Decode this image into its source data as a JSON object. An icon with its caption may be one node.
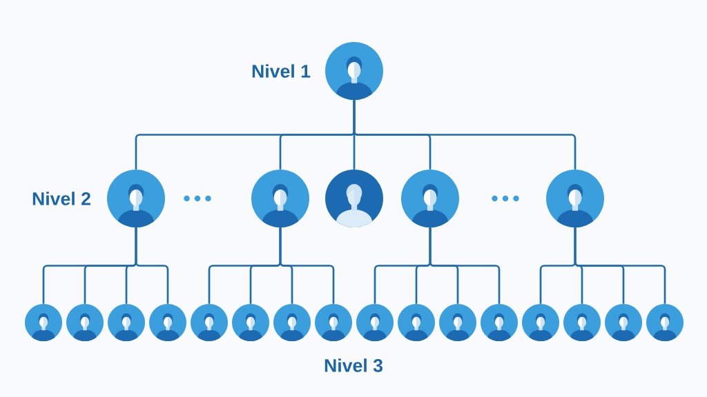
{
  "diagram": {
    "nodes": [
      {
        "text": [],
        "shape": "person"
      },
      {
        "text": [],
        "shape": "person"
      },
      {
        "text": [],
        "shape": "person"
      },
      {
        "text": [],
        "shape": "person"
      },
      {
        "text": [],
        "shape": "person"
      },
      {
        "text": [],
        "shape": "person"
      },
      {
        "text": [],
        "shape": "person"
      },
      {
        "text": [],
        "shape": "person"
      },
      {
        "text": [],
        "shape": "person"
      },
      {
        "text": [],
        "shape": "person"
      },
      {
        "text": [],
        "shape": "person"
      },
      {
        "text": [],
        "shape": "person"
      },
      {
        "text": [],
        "shape": "person"
      },
      {
        "text": [],
        "shape": "person"
      },
      {
        "text": [],
        "shape": "person"
      },
      {
        "text": [],
        "shape": "person"
      },
      {
        "text": [],
        "shape": "person"
      },
      {
        "text": [],
        "shape": "person"
      },
      {
        "text": [],
        "shape": "person"
      },
      {
        "text": [],
        "shape": "person"
      },
      {
        "text": [],
        "shape": "person"
      },
      {
        "text": [],
        "shape": "person"
      }
    ],
    "edges": [
      {
        "from": 0,
        "to": 1,
        "arrow": "none"
      },
      {
        "from": 0,
        "to": 2,
        "arrow": "none"
      },
      {
        "from": 0,
        "to": 3,
        "arrow": "none"
      },
      {
        "from": 0,
        "to": 4,
        "arrow": "none"
      },
      {
        "from": 0,
        "to": 5,
        "arrow": "none"
      },
      {
        "from": 1,
        "to": 6,
        "arrow": "none"
      },
      {
        "from": 1,
        "to": 7,
        "arrow": "none"
      },
      {
        "from": 1,
        "to": 8,
        "arrow": "none"
      },
      {
        "from": 1,
        "to": 9,
        "arrow": "none"
      },
      {
        "from": 2,
        "to": 10,
        "arrow": "none"
      },
      {
        "from": 2,
        "to": 11,
        "arrow": "none"
      },
      {
        "from": 2,
        "to": 12,
        "arrow": "none"
      },
      {
        "from": 2,
        "to": 13,
        "arrow": "none"
      },
      {
        "from": 4,
        "to": 14,
        "arrow": "none"
      },
      {
        "from": 4,
        "to": 15,
        "arrow": "none"
      },
      {
        "from": 4,
        "to": 16,
        "arrow": "none"
      },
      {
        "from": 4,
        "to": 17,
        "arrow": "none"
      },
      {
        "from": 5,
        "to": 18,
        "arrow": "none"
      },
      {
        "from": 5,
        "to": 19,
        "arrow": "none"
      },
      {
        "from": 5,
        "to": 20,
        "arrow": "none"
      },
      {
        "from": 5,
        "to": 21,
        "arrow": "none"
      }
    ],
    "labels": [
      "Nivel 1",
      "Nivel 2",
      "Nivel 3"
    ]
  }
}
